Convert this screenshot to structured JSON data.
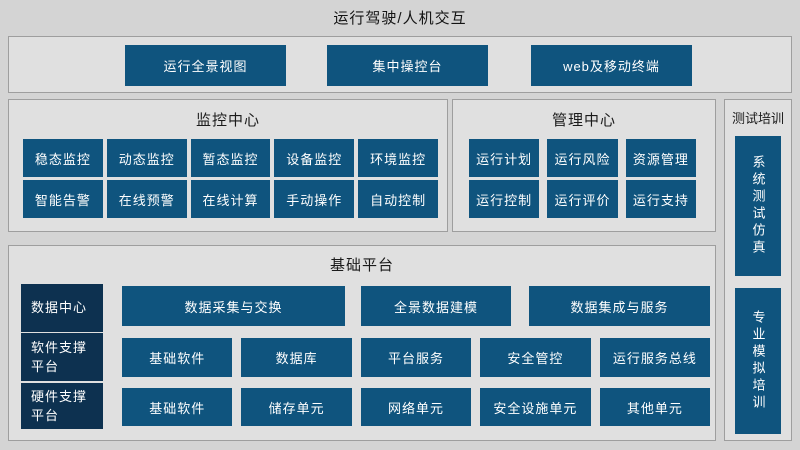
{
  "page": {
    "title": "运行驾驶/人机交互"
  },
  "colors": {
    "page_bg": "#d4d4d4",
    "panel_bg": "#e0e0e0",
    "border_gray": "#9e9e9e",
    "button_blue": "#0f547e",
    "dark_navy": "#0d3150",
    "button_text": "#ffffff"
  },
  "top_panel": {
    "buttons": [
      "运行全景视图",
      "集中操控台",
      "web及移动终端"
    ]
  },
  "monitor_center": {
    "title": "监控中心",
    "rows": [
      [
        "稳态监控",
        "动态监控",
        "暂态监控",
        "设备监控",
        "环境监控"
      ],
      [
        "智能告警",
        "在线预警",
        "在线计算",
        "手动操作",
        "自动控制"
      ]
    ]
  },
  "management_center": {
    "title": "管理中心",
    "rows": [
      [
        "运行计划",
        "运行风险",
        "资源管理"
      ],
      [
        "运行控制",
        "运行评价",
        "运行支持"
      ]
    ]
  },
  "test_training": {
    "title": "测试培训",
    "buttons": [
      "系统测试仿真",
      "专业模拟培训"
    ]
  },
  "base_platform": {
    "title": "基础平台",
    "row_headers": [
      "数据中心",
      "软件支撑\n平台",
      "硬件支撑\n平台"
    ],
    "rows": [
      [
        "数据采集与交换",
        "全景数据建模",
        "数据集成与服务"
      ],
      [
        "基础软件",
        "数据库",
        "平台服务",
        "安全管控",
        "运行服务总线"
      ],
      [
        "基础软件",
        "储存单元",
        "网络单元",
        "安全设施单元",
        "其他单元"
      ]
    ]
  }
}
